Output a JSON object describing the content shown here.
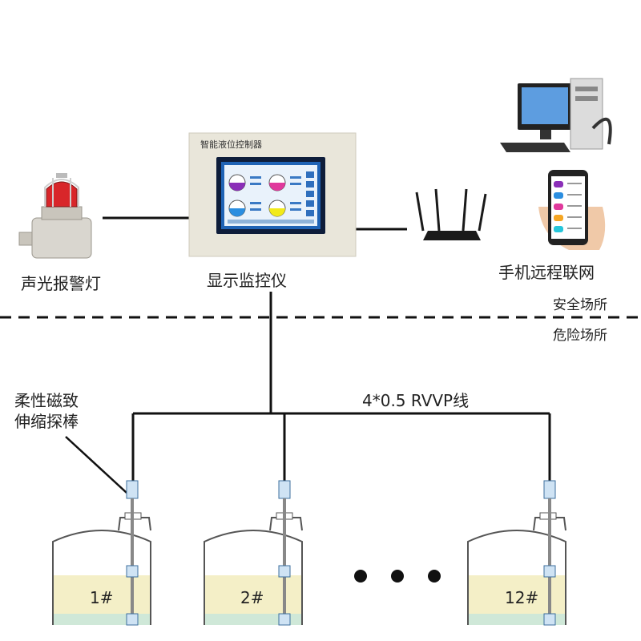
{
  "controller": {
    "panel_title": "智能液位控制器",
    "caption": "显示监控仪"
  },
  "alarm": {
    "caption": "声光报警灯"
  },
  "network": {
    "caption": "手机远程联网"
  },
  "zones": {
    "safe": "安全场所",
    "hazard": "危险场所"
  },
  "probe": {
    "caption_line1": "柔性磁致",
    "caption_line2": "伸缩探棒"
  },
  "cable": {
    "label": "4*0.5 RVVP线"
  },
  "tanks": [
    {
      "label": "1#"
    },
    {
      "label": "2#"
    },
    {
      "label": "12#"
    }
  ],
  "colors": {
    "liquid": "#f4efc7",
    "bottom_liquid": "#cfe8d8",
    "tank_outline": "#555555",
    "line": "#111111",
    "screen_bg": "#1f63b5",
    "panel_bg": "#e9e6da",
    "alarm_red": "#d8262a"
  },
  "icons": {
    "alarm": "alarm-light-icon",
    "router": "router-icon",
    "computer": "computer-icon",
    "phone": "phone-icon",
    "ellipsis": "ellipsis-icon"
  }
}
